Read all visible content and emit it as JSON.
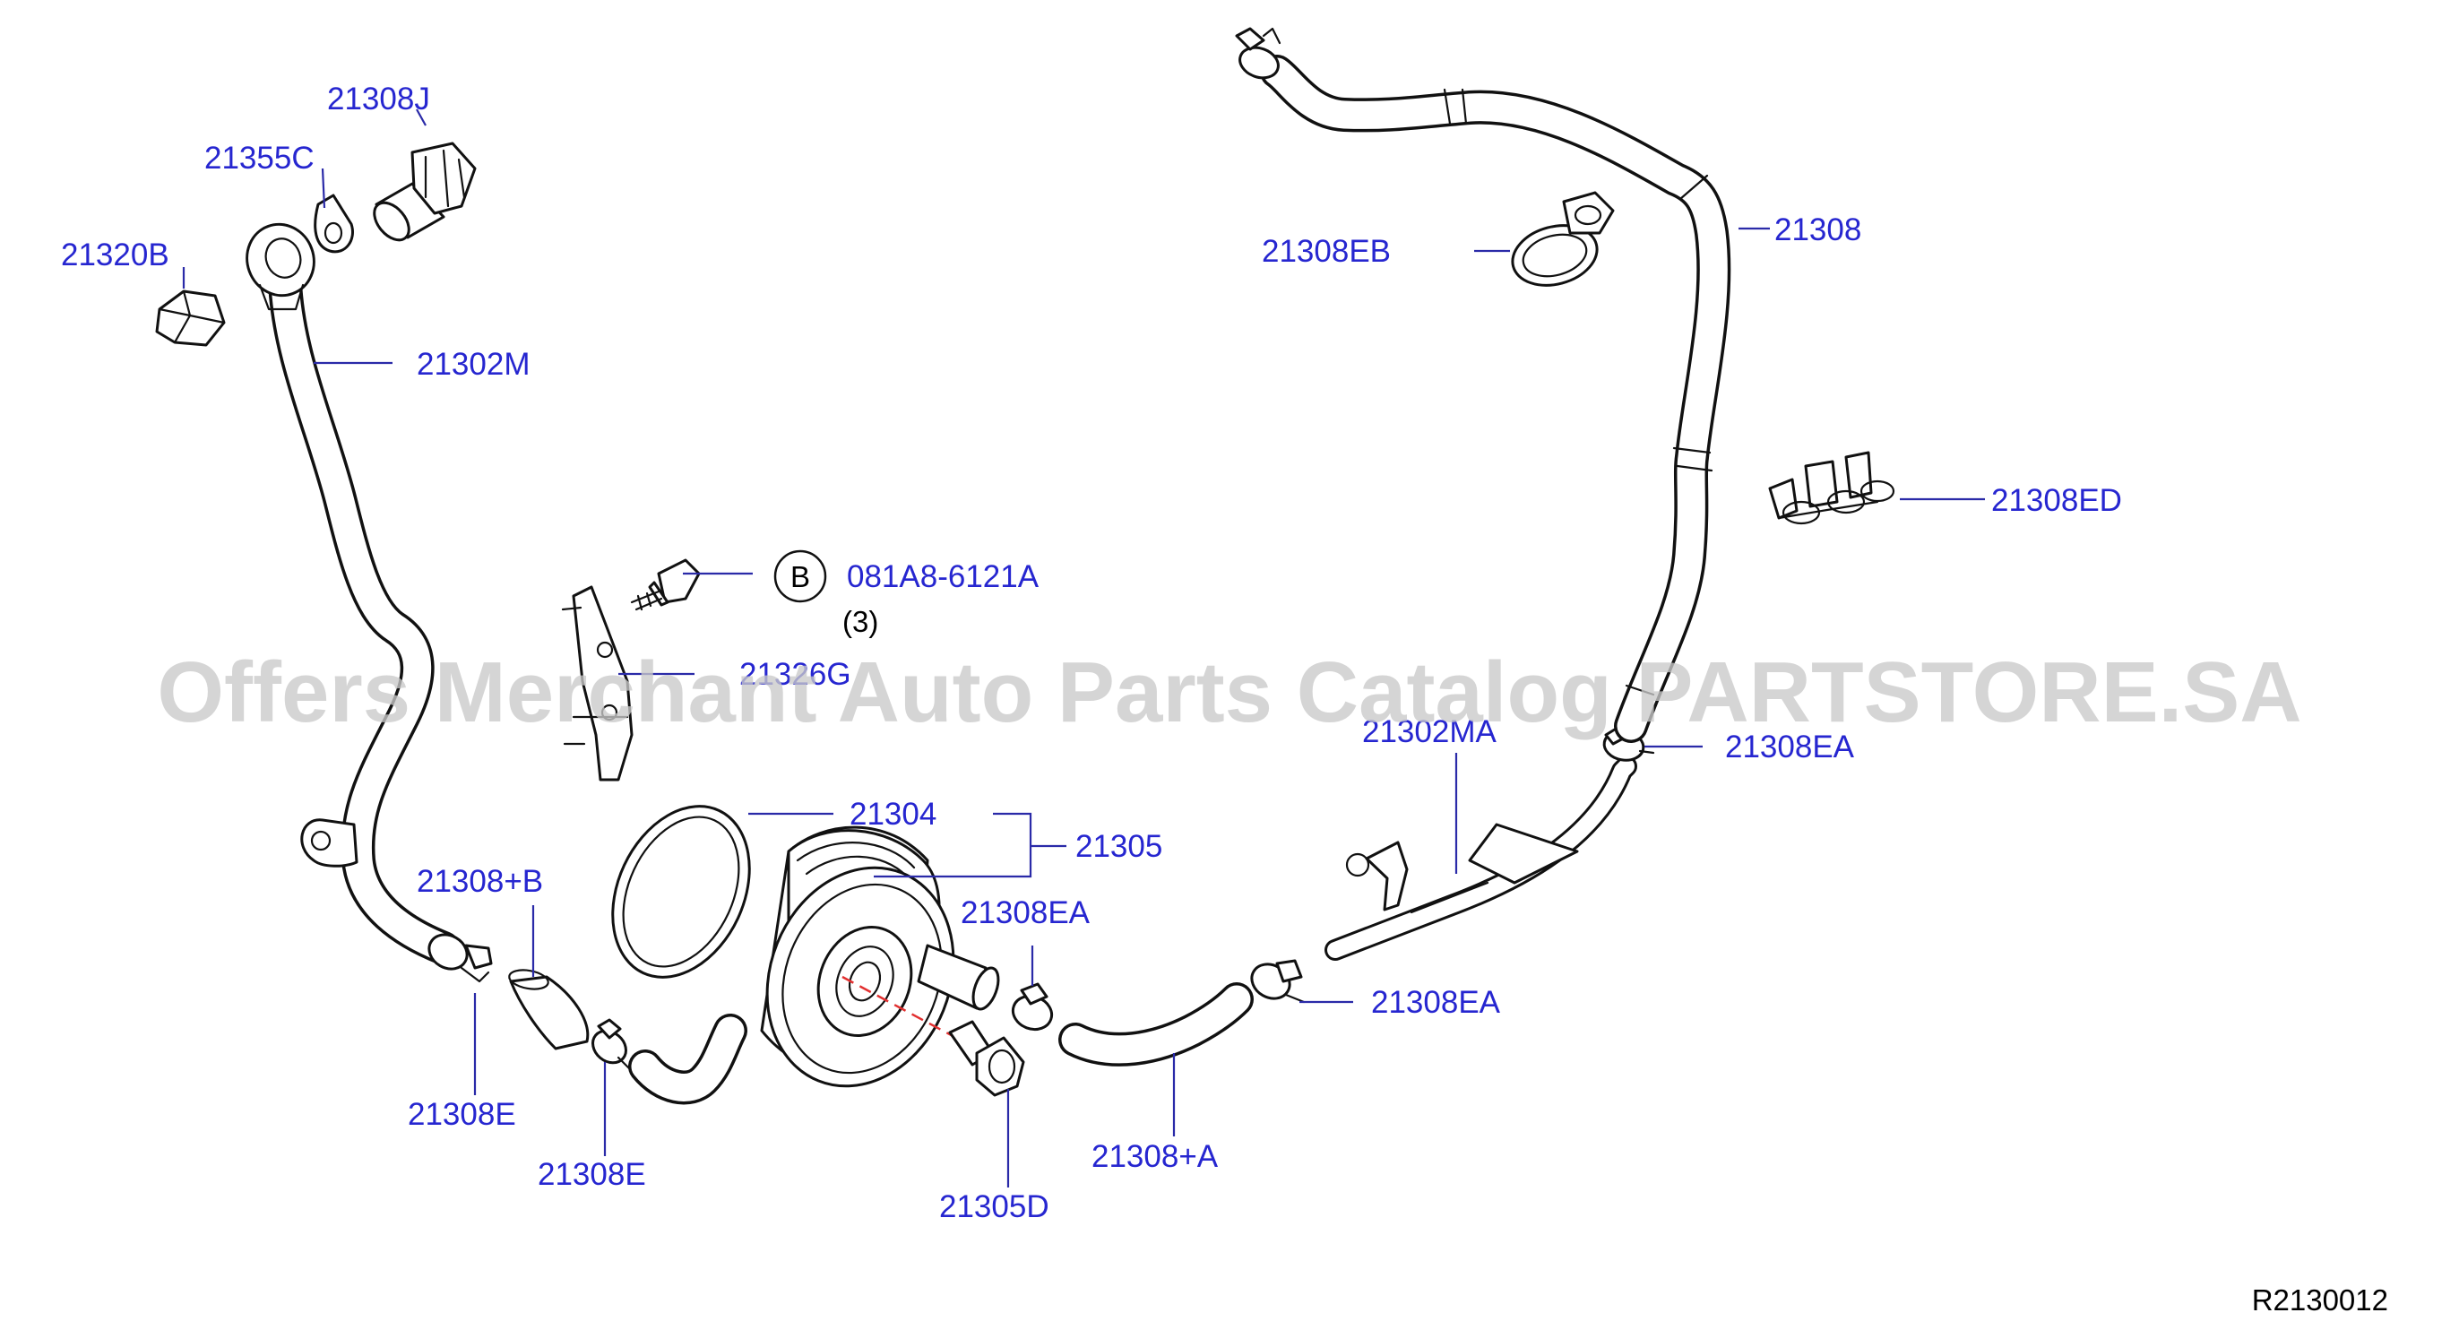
{
  "diagram": {
    "watermark": "Offers Merchant Auto Parts Catalog PARTSTORE.SA",
    "reference_code": "R2130012",
    "bolt_ref": {
      "circle_letter": "B",
      "part_number": "081A8-6121A",
      "quantity": "(3)"
    },
    "labels": {
      "p21308J": "21308J",
      "p21355C": "21355C",
      "p21320B": "21320B",
      "p21302M": "21302M",
      "p21326G": "21326G",
      "p21304": "21304",
      "p21305": "21305",
      "p21308plusB": "21308+B",
      "p21308E_a": "21308E",
      "p21308E_b": "21308E",
      "p21305D": "21305D",
      "p21308EA_cooler": "21308EA",
      "p21308plusA": "21308+A",
      "p21308EA_pipe": "21308EA",
      "p21302MA": "21302MA",
      "p21308EA_upper": "21308EA",
      "p21308": "21308",
      "p21308EB": "21308EB",
      "p21308ED": "21308ED"
    },
    "colors": {
      "label": "#2626d0",
      "line": "#111111",
      "watermark": "#c9c9c9",
      "dash": "#e23030"
    }
  }
}
